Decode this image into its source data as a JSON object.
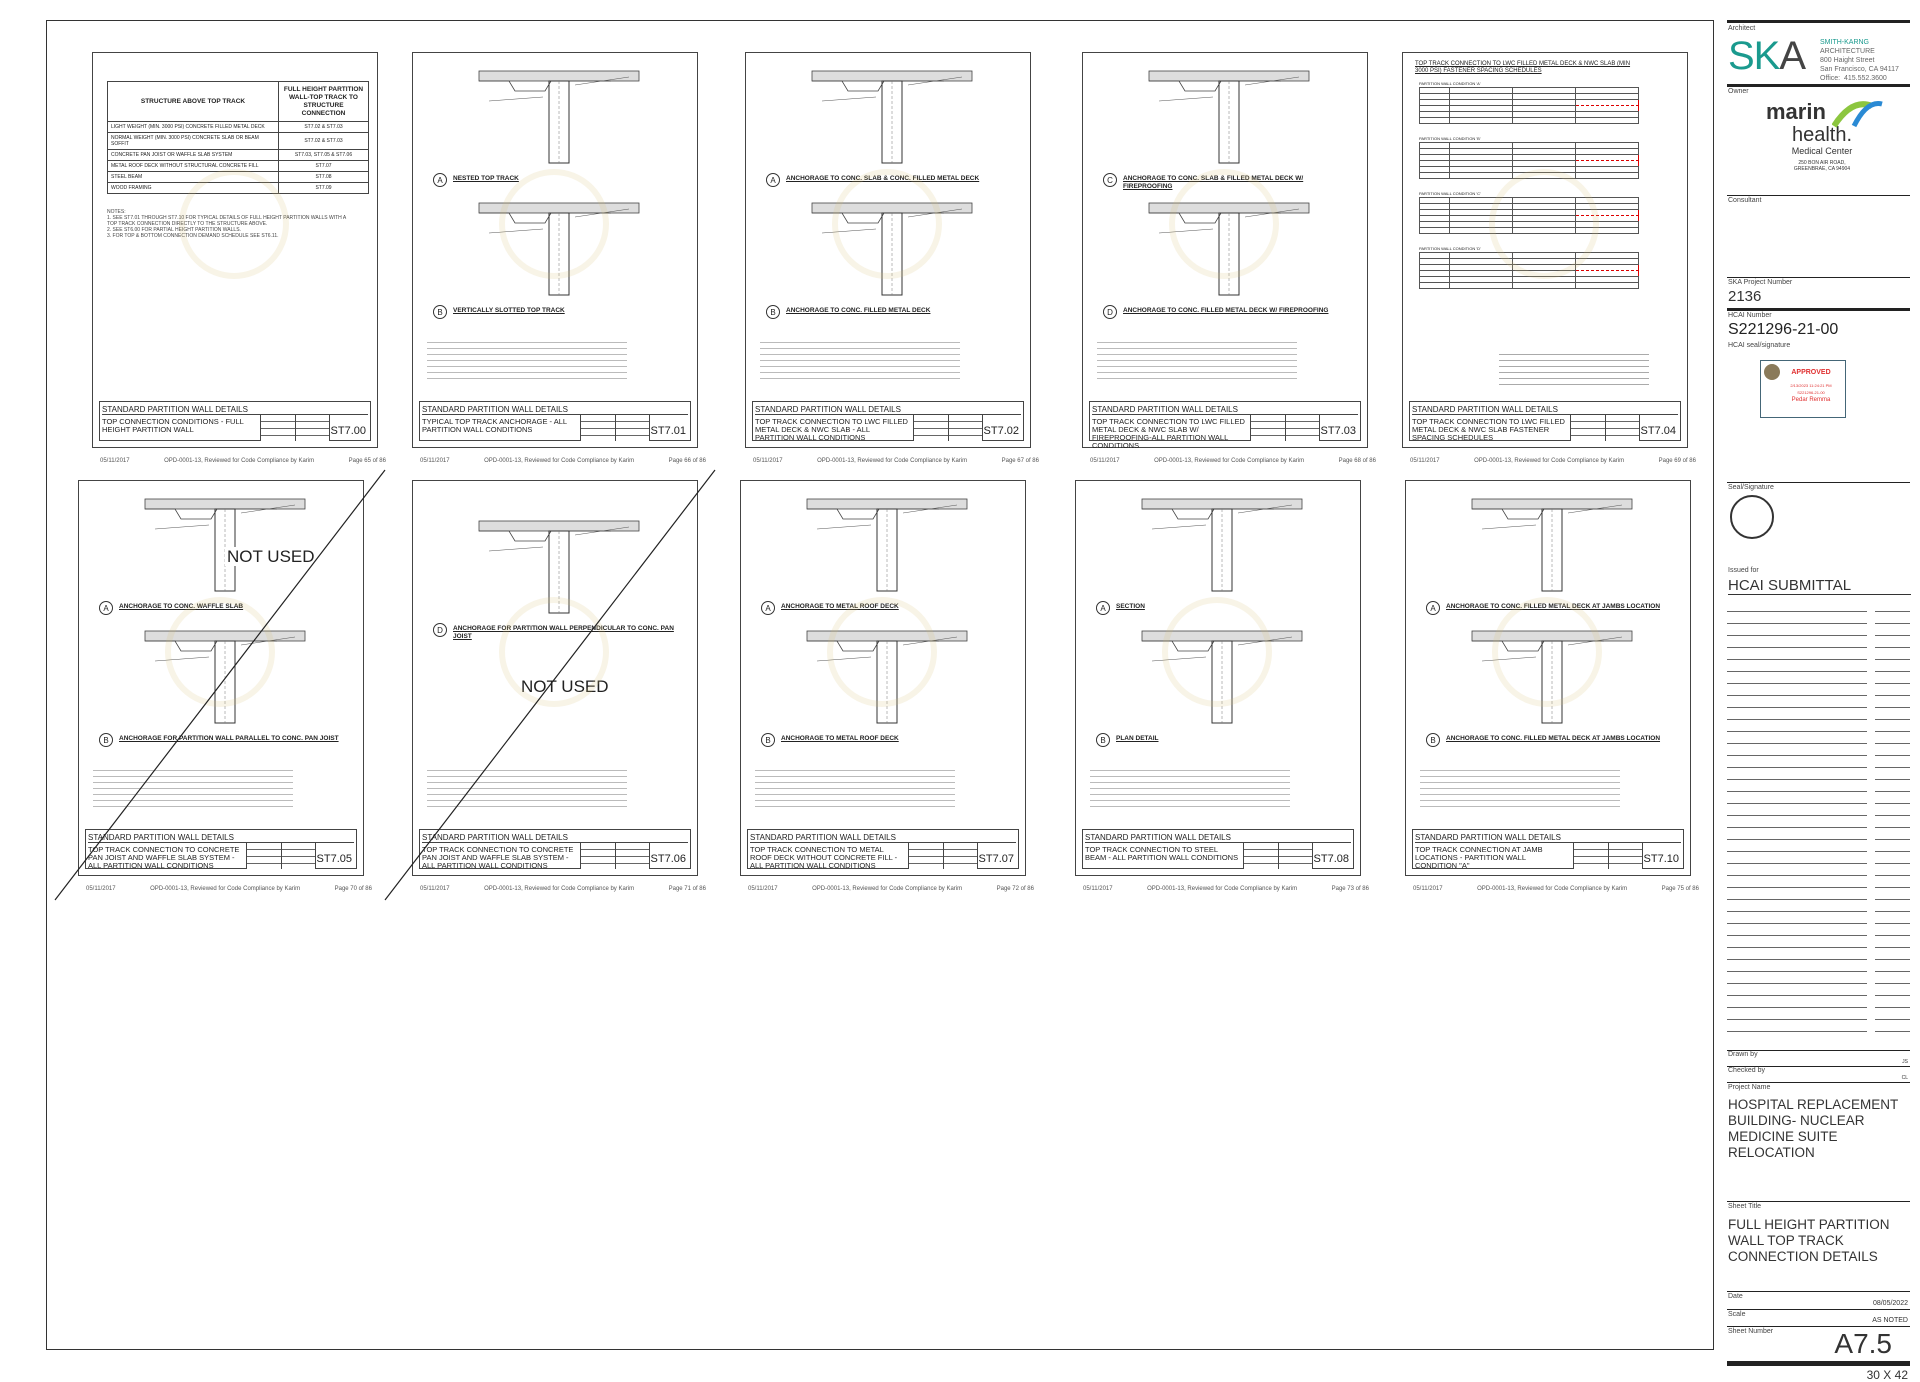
{
  "footer": {
    "date": "05/11/2017",
    "review": "OPD-0001-13, Reviewed for Code Compliance by Karim"
  },
  "set_title": "STANDARD PARTITION WALL DETAILS",
  "not_used": "NOT USED",
  "panels": [
    {
      "num": "ST7.00",
      "title": "TOP CONNECTION CONDITIONS - FULL HEIGHT PARTITION WALL",
      "page": "Page 65 of 86",
      "table": {
        "h1": "STRUCTURE ABOVE TOP TRACK",
        "h2": "FULL HEIGHT PARTITION WALL-TOP TRACK TO STRUCTURE CONNECTION",
        "rows": [
          [
            "LIGHT WEIGHT (MIN. 3000 PSI) CONCRETE FILLED METAL DECK",
            "ST7.02 & ST7.03"
          ],
          [
            "NORMAL WEIGHT (MIN. 3000 PSI) CONCRETE SLAB OR BEAM SOFFIT",
            "ST7.02 & ST7.03"
          ],
          [
            "CONCRETE PAN JOIST OR WAFFLE SLAB SYSTEM",
            "ST7.03, ST7.05 & ST7.06"
          ],
          [
            "METAL ROOF DECK WITHOUT STRUCTURAL CONCRETE FILL",
            "ST7.07"
          ],
          [
            "STEEL BEAM",
            "ST7.08"
          ],
          [
            "WOOD FRAMING",
            "ST7.09"
          ]
        ]
      },
      "notes": [
        "NOTES:",
        "1. SEE ST7.01 THROUGH ST7.10 FOR TYPICAL DETAILS OF FULL HEIGHT PARTITION WALLS WITH A TOP TRACK CONNECTION DIRECTLY TO THE STRUCTURE ABOVE.",
        "2. SEE ST6.00 FOR PARTIAL HEIGHT PARTITION WALLS.",
        "3. FOR TOP & BOTTOM CONNECTION DEMAND SCHEDULE SEE ST6.11."
      ]
    },
    {
      "num": "ST7.01",
      "title": "TYPICAL TOP TRACK ANCHORAGE - ALL PARTITION WALL CONDITIONS",
      "page": "Page 66 of 86",
      "details": [
        {
          "tag": "A",
          "label": "NESTED TOP TRACK"
        },
        {
          "tag": "B",
          "label": "VERTICALLY SLOTTED TOP TRACK"
        }
      ]
    },
    {
      "num": "ST7.02",
      "title": "TOP TRACK CONNECTION TO LWC FILLED METAL DECK & NWC SLAB - ALL PARTITION WALL CONDITIONS",
      "page": "Page 67 of 86",
      "details": [
        {
          "tag": "A",
          "label": "ANCHORAGE TO CONC. SLAB & CONC. FILLED METAL DECK"
        },
        {
          "tag": "B",
          "label": "ANCHORAGE TO CONC. FILLED METAL DECK"
        }
      ]
    },
    {
      "num": "ST7.03",
      "title": "TOP TRACK CONNECTION TO LWC FILLED METAL DECK & NWC SLAB W/ FIREPROOFING-ALL PARTITION WALL CONDITIONS",
      "page": "Page 68 of 86",
      "details": [
        {
          "tag": "C",
          "label": "ANCHORAGE TO CONC. SLAB & FILLED METAL DECK W/ FIREPROOFING"
        },
        {
          "tag": "D",
          "label": "ANCHORAGE TO CONC. FILLED METAL DECK W/ FIREPROOFING"
        }
      ]
    },
    {
      "num": "ST7.04",
      "title": "TOP TRACK CONNECTION TO LWC FILLED METAL DECK & NWC SLAB FASTENER SPACING SCHEDULES",
      "page": "Page 69 of 86",
      "heading": "TOP TRACK CONNECTION TO LWC FILLED METAL DECK & NWC SLAB (MIN 3000 PSI) FASTENER SPACING SCHEDULES",
      "schedules": [
        "PARTITION WALL CONDITION 'A'",
        "PARTITION WALL CONDITION 'B'",
        "PARTITION WALL CONDITION 'C'",
        "PARTITION WALL CONDITION 'D'"
      ]
    },
    {
      "num": "ST7.05",
      "title": "TOP TRACK CONNECTION TO CONCRETE PAN JOIST AND WAFFLE SLAB SYSTEM - ALL PARTITION WALL CONDITIONS",
      "page": "Page 70 of 86",
      "crossed": true,
      "details": [
        {
          "tag": "A",
          "label": "ANCHORAGE TO CONC. WAFFLE SLAB"
        },
        {
          "tag": "B",
          "label": "ANCHORAGE FOR PARTITION WALL PARALLEL TO CONC. PAN JOIST"
        }
      ]
    },
    {
      "num": "ST7.06",
      "title": "TOP TRACK CONNECTION TO CONCRETE PAN JOIST AND WAFFLE SLAB SYSTEM - ALL PARTITION WALL CONDITIONS",
      "page": "Page 71 of 86",
      "crossed": true,
      "details": [
        {
          "tag": "D",
          "label": "ANCHORAGE FOR PARTITION WALL PERPENDICULAR TO CONC. PAN JOIST"
        }
      ]
    },
    {
      "num": "ST7.07",
      "title": "TOP TRACK CONNECTION TO METAL ROOF DECK WITHOUT CONCRETE FILL - ALL PARTITION WALL CONDITIONS",
      "page": "Page 72 of 86",
      "details": [
        {
          "tag": "A",
          "label": "ANCHORAGE TO METAL ROOF DECK"
        },
        {
          "tag": "B",
          "label": "ANCHORAGE TO METAL ROOF DECK"
        }
      ]
    },
    {
      "num": "ST7.08",
      "title": "TOP TRACK CONNECTION TO STEEL BEAM - ALL PARTITION WALL CONDITIONS",
      "page": "Page 73 of 86",
      "details": [
        {
          "tag": "A",
          "label": "SECTION"
        },
        {
          "tag": "B",
          "label": "PLAN DETAIL"
        }
      ]
    },
    {
      "num": "ST7.10",
      "title": "TOP TRACK CONNECTION AT JAMB LOCATIONS - PARTITION WALL CONDITION \"A\"",
      "page": "Page 75 of 86",
      "details": [
        {
          "tag": "A",
          "label": "ANCHORAGE TO CONC. FILLED METAL DECK AT JAMBS LOCATION"
        },
        {
          "tag": "B",
          "label": "ANCHORAGE TO CONC. FILLED METAL DECK AT JAMBS LOCATION"
        }
      ]
    }
  ],
  "titleblock": {
    "architect_label": "Architect",
    "logo": "SKA",
    "firm": "SMITH-KARNG",
    "firm2": "ARCHITECTURE",
    "addr1": "800 Haight Street",
    "addr2": "San Francisco, CA 94117",
    "office_label": "Office:",
    "phone": "415.552.3600",
    "owner_label": "Owner",
    "owner1": "marin",
    "owner2": "health.",
    "owner3": "Medical Center",
    "owner_addr1": "250 BON AIR ROAD,",
    "owner_addr2": "GREENBRAE, CA 94904",
    "consultant_label": "Consultant",
    "project_number_label": "SKA Project Number",
    "project_number": "2136",
    "hcai_label": "HCAI Number",
    "hcai_number": "S221296-21-00",
    "hcai_seal_label": "HCAI seal/signature",
    "stamp": {
      "approved": "APPROVED",
      "date": "2/13/2023 11:24:21 PM",
      "num": "S221296-21-00",
      "name": "Pedar Remma"
    },
    "seal_label": "Seal/Signature",
    "issued_label": "Issued for",
    "issued": "HCAI SUBMITTAL",
    "drawn_label": "Drawn by",
    "drawn": "JS",
    "checked_label": "Checked by",
    "checked": "CL",
    "project_name_label": "Project Name",
    "project_name": "HOSPITAL REPLACEMENT BUILDING- NUCLEAR MEDICINE SUITE RELOCATION",
    "sheet_title_label": "Sheet Title",
    "sheet_title": "FULL HEIGHT PARTITION WALL TOP TRACK CONNECTION DETAILS",
    "date_label": "Date",
    "date": "08/05/2022",
    "scale_label": "Scale",
    "scale": "AS NOTED",
    "sheet_number_label": "Sheet Number",
    "sheet_number": "A7.5",
    "size": "30 X 42",
    "colors": {
      "teal": "#1a9a8e",
      "gray": "#444",
      "green": "#8cc63f",
      "blue": "#2a8ad4",
      "red": "#e03030"
    }
  }
}
